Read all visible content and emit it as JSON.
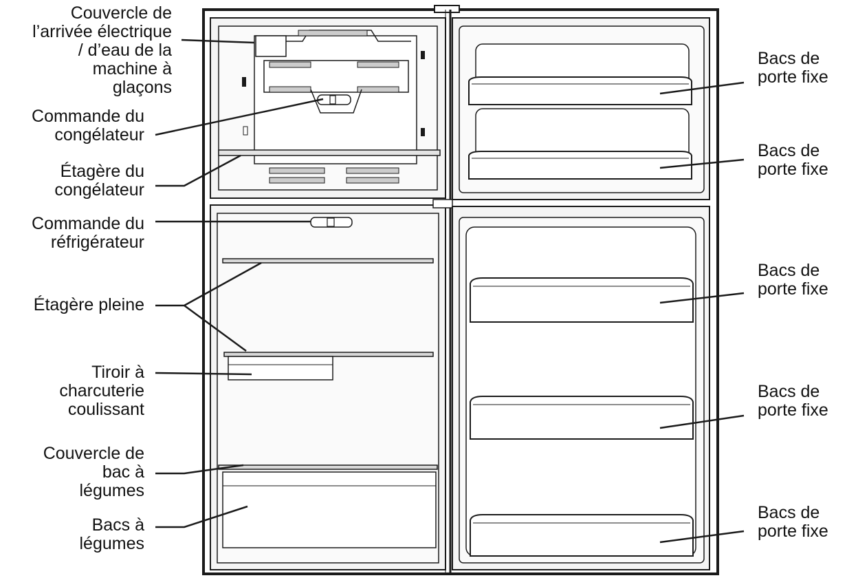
{
  "labels": {
    "ice_maker_cover": [
      "Couvercle de",
      "l’arrivée électrique",
      "/ d’eau de la",
      "machine à",
      "glaçons"
    ],
    "freezer_control": [
      "Commande du",
      "congélateur"
    ],
    "freezer_shelf": [
      "Étagère du",
      "congélateur"
    ],
    "fridge_control": [
      "Commande du",
      "réfrigérateur"
    ],
    "full_shelf": [
      "Étagère pleine"
    ],
    "deli_drawer": [
      "Tiroir à",
      "charcuterie",
      "coulissant"
    ],
    "crisper_cover": [
      "Couvercle de",
      "bac à",
      "légumes"
    ],
    "crisper_bins": [
      "Bacs à",
      "légumes"
    ],
    "door_bin_1": [
      "Bacs de",
      "porte fixe"
    ],
    "door_bin_2": [
      "Bacs de",
      "porte fixe"
    ],
    "door_bin_3": [
      "Bacs de",
      "porte fixe"
    ],
    "door_bin_4": [
      "Bacs de",
      "porte fixe"
    ],
    "door_bin_5": [
      "Bacs de",
      "porte fixe"
    ]
  },
  "colors": {
    "outline": "#1a1a1a",
    "panel_fill": "#f4f4f4",
    "inner_fill": "#fafafa",
    "leader": "#1a1a1a"
  }
}
